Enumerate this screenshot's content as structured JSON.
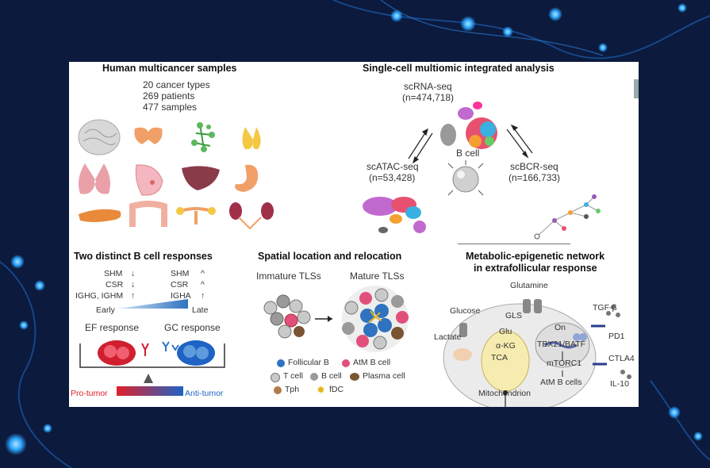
{
  "sections": {
    "samples": {
      "title": "Human multicancer samples",
      "stats": [
        "20 cancer types",
        "269 patients",
        "477 samples"
      ]
    },
    "multiomic": {
      "title": "Single-cell multiomic integrated analysis",
      "scrna": "scRNA-seq",
      "scrna_n": "(n=474,718)",
      "scatac": "scATAC-seq",
      "scatac_n": "(n=53,428)",
      "bcell": "B cell",
      "scbcr": "scBCR-seq",
      "scbcr_n": "(n=166,733)"
    },
    "responses": {
      "title": "Two distinct B cell responses",
      "left": [
        {
          "label": "SHM",
          "arrow": "↓"
        },
        {
          "label": "CSR",
          "arrow": "↓"
        },
        {
          "label": "IGHG, IGHM",
          "arrow": "↑"
        }
      ],
      "right": [
        {
          "label": "SHM",
          "arrow": "^"
        },
        {
          "label": "CSR",
          "arrow": "^"
        },
        {
          "label": "IGHA",
          "arrow": "↑"
        }
      ],
      "early": "Early",
      "late": "Late",
      "ef": "EF response",
      "gc": "GC response",
      "pro": "Pro-tumor",
      "anti": "Anti-tumor"
    },
    "spatial": {
      "title": "Spatial location and relocation",
      "immature": "Immature TLSs",
      "mature": "Mature TLSs",
      "legend": [
        {
          "label": "Follicular B",
          "color": "#2f73c0"
        },
        {
          "label": "AtM B cell",
          "color": "#e0507a"
        },
        {
          "label": "T cell",
          "color": "#c9c9c9"
        },
        {
          "label": "B cell",
          "color": "#9a9a9a"
        },
        {
          "label": "Plasma cell",
          "color": "#7a5533"
        },
        {
          "label": "Tph",
          "color": "#b27a4a"
        },
        {
          "label": "fDC",
          "color": "#e8b41c"
        }
      ]
    },
    "metabolic": {
      "title": "Metabolic-epigenetic network",
      "title2": "in extrafollicular response",
      "glutamine": "Glutamine",
      "glucose": "Glucose",
      "gls": "GLS",
      "lactate": "Lactate",
      "glu": "Glu",
      "akg": "α-KG",
      "tca": "TCA",
      "mito": "Mitochondrion",
      "on": "On",
      "tbx": "TBX21/BATF",
      "mtorc": "mTORC1",
      "atm": "AtM B cells",
      "tgf": "TGF-β",
      "pd1": "PD1",
      "ctla4": "CTLA4",
      "il10": "IL-10"
    }
  },
  "colors": {
    "background": "#0b1a3d",
    "glow": "#2ea6ff",
    "pro": "#e0202a",
    "anti": "#1e63c4"
  }
}
